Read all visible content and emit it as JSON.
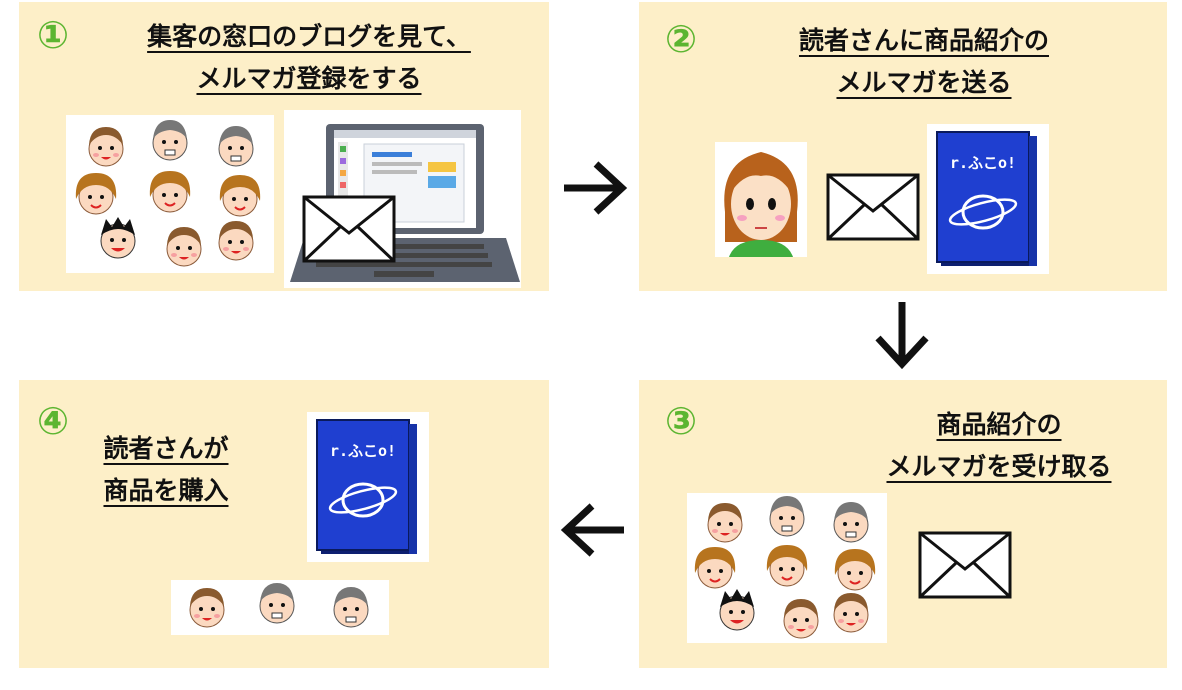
{
  "steps": [
    {
      "number": "①",
      "line1": "集客の窓口のブログを見て、",
      "line2": "メルマガ登録をする"
    },
    {
      "number": "②",
      "line1": "読者さんに商品紹介の",
      "line2": "メルマガを送る"
    },
    {
      "number": "③",
      "line1": "商品紹介の",
      "line2": "メルマガを受け取る"
    },
    {
      "number": "④",
      "line1": "読者さんが",
      "line2": "商品を購入"
    }
  ],
  "book": {
    "cover_text": "r.ふこo!",
    "color": "#1f3fd0"
  },
  "colors": {
    "panel": "#fdefc8",
    "number": "#5cb531",
    "arrow": "#111111"
  }
}
